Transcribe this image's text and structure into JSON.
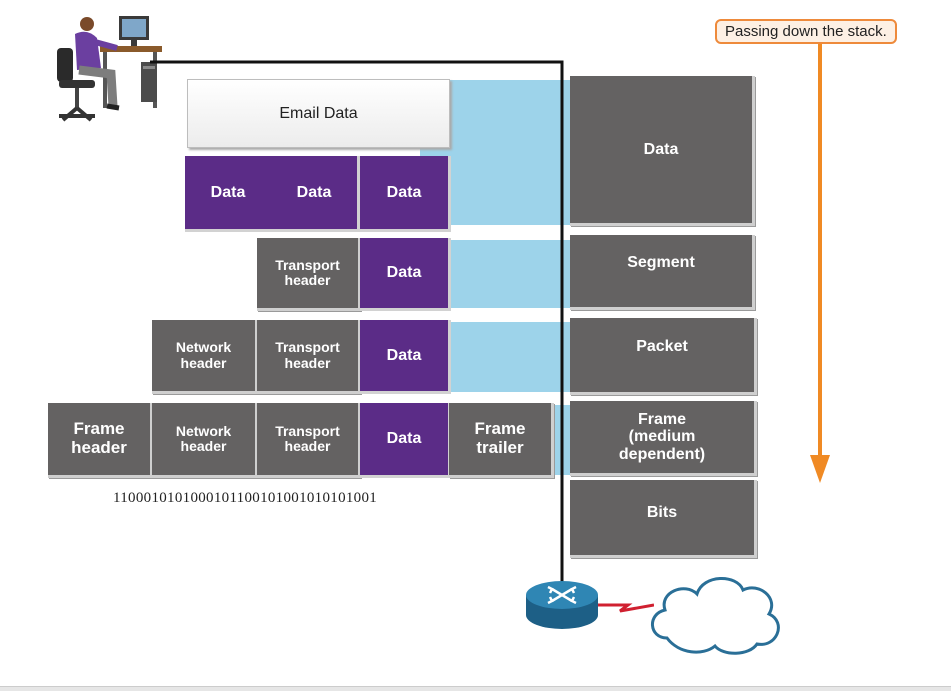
{
  "callout": {
    "text": "Passing down the stack."
  },
  "left": {
    "email": "Email Data",
    "app_row": [
      "Data",
      "Data",
      "Data"
    ],
    "transport_row": {
      "header": "Transport header",
      "data": "Data"
    },
    "network_row": {
      "network": "Network header",
      "transport": "Transport header",
      "data": "Data"
    },
    "frame_row": {
      "frame_header": "Frame header",
      "network": "Network header",
      "transport": "Transport header",
      "data": "Data",
      "trailer": "Frame trailer"
    },
    "bits": "11000101010001011001010010101010​01"
  },
  "right": {
    "labels": [
      "Data",
      "Segment",
      "Packet",
      "Frame (medium dependent)",
      "Bits"
    ]
  },
  "colors": {
    "gray": "#646262",
    "purple": "#5b2c87",
    "band": "#9dd3ea",
    "accent": "#f08a24"
  },
  "icons": [
    "user-at-computer-icon",
    "router-icon",
    "cloud-icon",
    "serial-link-icon"
  ]
}
